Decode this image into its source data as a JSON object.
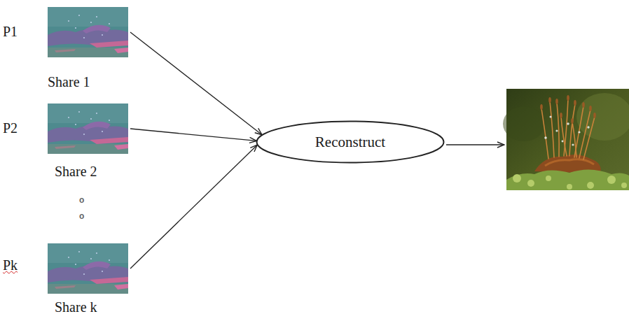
{
  "diagram": {
    "nodes": [
      {
        "text": [
          "P1",
          "Share 1"
        ]
      },
      {
        "text": [
          "P2",
          "Share 2"
        ]
      },
      {
        "text": [
          "Pk",
          "Share k"
        ]
      },
      {
        "text": [
          "Reconstruct"
        ]
      }
    ],
    "edges": [
      {
        "from": 0,
        "to": 3,
        "arrow": "to"
      },
      {
        "from": 1,
        "to": 3,
        "arrow": "to"
      },
      {
        "from": 2,
        "to": 3,
        "arrow": "to"
      }
    ],
    "labels": [
      "o",
      "o"
    ]
  }
}
